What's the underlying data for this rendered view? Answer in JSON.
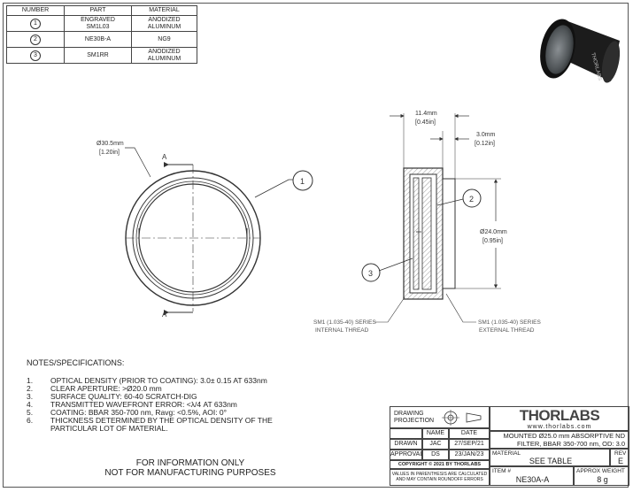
{
  "parts_table": {
    "headers": [
      "NUMBER",
      "PART",
      "MATERIAL"
    ],
    "rows": [
      {
        "number": "1",
        "part_line1": "ENGRAVED",
        "part_line2": "SM1L03",
        "material_line1": "ANODIZED",
        "material_line2": "ALUMINUM"
      },
      {
        "number": "2",
        "part_line1": "NE30B-A",
        "part_line2": "",
        "material_line1": "NG9",
        "material_line2": ""
      },
      {
        "number": "3",
        "part_line1": "SM1RR",
        "part_line2": "",
        "material_line1": "ANODIZED",
        "material_line2": "ALUMINUM"
      }
    ]
  },
  "front_view": {
    "dim_mm": "Ø30.5mm",
    "dim_in": "[1.20in]",
    "section_label_top": "A",
    "section_label_bottom": "A",
    "balloon": "1"
  },
  "side_view": {
    "width_mm": "11.4mm",
    "width_in": "[0.45in]",
    "depth_mm": "3.0mm",
    "depth_in": "[0.12in]",
    "dia_mm": "Ø24.0mm",
    "dia_in": "[0.95in]",
    "balloon_2": "2",
    "balloon_3": "3",
    "thread_left_1": "SM1 (1.035-40) SERIES",
    "thread_left_2": "INTERNAL THREAD",
    "thread_right_1": "SM1 (1.035-40) SERIES",
    "thread_right_2": "EXTERNAL THREAD"
  },
  "notes": {
    "heading": "NOTES/SPECIFICATIONS:",
    "items": [
      {
        "n": "1.",
        "text": "OPTICAL DENSITY (PRIOR TO COATING): 3.0± 0.15 AT 633nm"
      },
      {
        "n": "2.",
        "text": "CLEAR APERTURE: >Ø20.0 mm"
      },
      {
        "n": "3.",
        "text": "SURFACE QUALITY: 60-40 SCRATCH-DIG"
      },
      {
        "n": "4.",
        "text": "TRANSMITTED WAVEFRONT ERROR: <λ/4 AT 633nm"
      },
      {
        "n": "5.",
        "text": "COATING: BBAR 350-700 nm, Ravg: <0.5%, AOI: 0°"
      },
      {
        "n": "6.",
        "text": "THICKNESS DETERMINED BY THE OPTICAL DENSITY OF THE"
      }
    ],
    "item6_cont": "PARTICULAR LOT OF MATERIAL.",
    "info_1": "FOR INFORMATION ONLY",
    "info_2": "NOT FOR MANUFACTURING PURPOSES"
  },
  "title_block": {
    "projection_1": "DRAWING",
    "projection_2": "PROJECTION",
    "name_h": "NAME",
    "date_h": "DATE",
    "drawn_l": "DRAWN",
    "drawn_name": "JAC",
    "drawn_date": "27/SEP/21",
    "approval_l": "APPROVAL",
    "approval_name": "DS",
    "approval_date": "23/JAN/23",
    "copyright": "COPYRIGHT © 2021 BY THORLABS",
    "tol_1": "VALUES IN PARENTHESIS ARE CALCULATED",
    "tol_2": "AND MAY CONTAIN ROUNDOFF ERRORS",
    "logo": "THORLABS",
    "url": "www.thorlabs.com",
    "desc_1": "MOUNTED Ø25.0 mm ABSORPTIVE ND",
    "desc_2": "FILTER, BBAR 350-700 nm, OD: 3.0",
    "material_l": "MATERIAL",
    "material_v": "SEE TABLE",
    "rev_l": "REV",
    "rev_v": "E",
    "item_l": "ITEM #",
    "item_v": "NE30A-A",
    "weight_l": "APPROX WEIGHT",
    "weight_v": "8 g"
  },
  "colors": {
    "line": "#333333",
    "dim": "#444444",
    "lens": "#555a5c"
  }
}
